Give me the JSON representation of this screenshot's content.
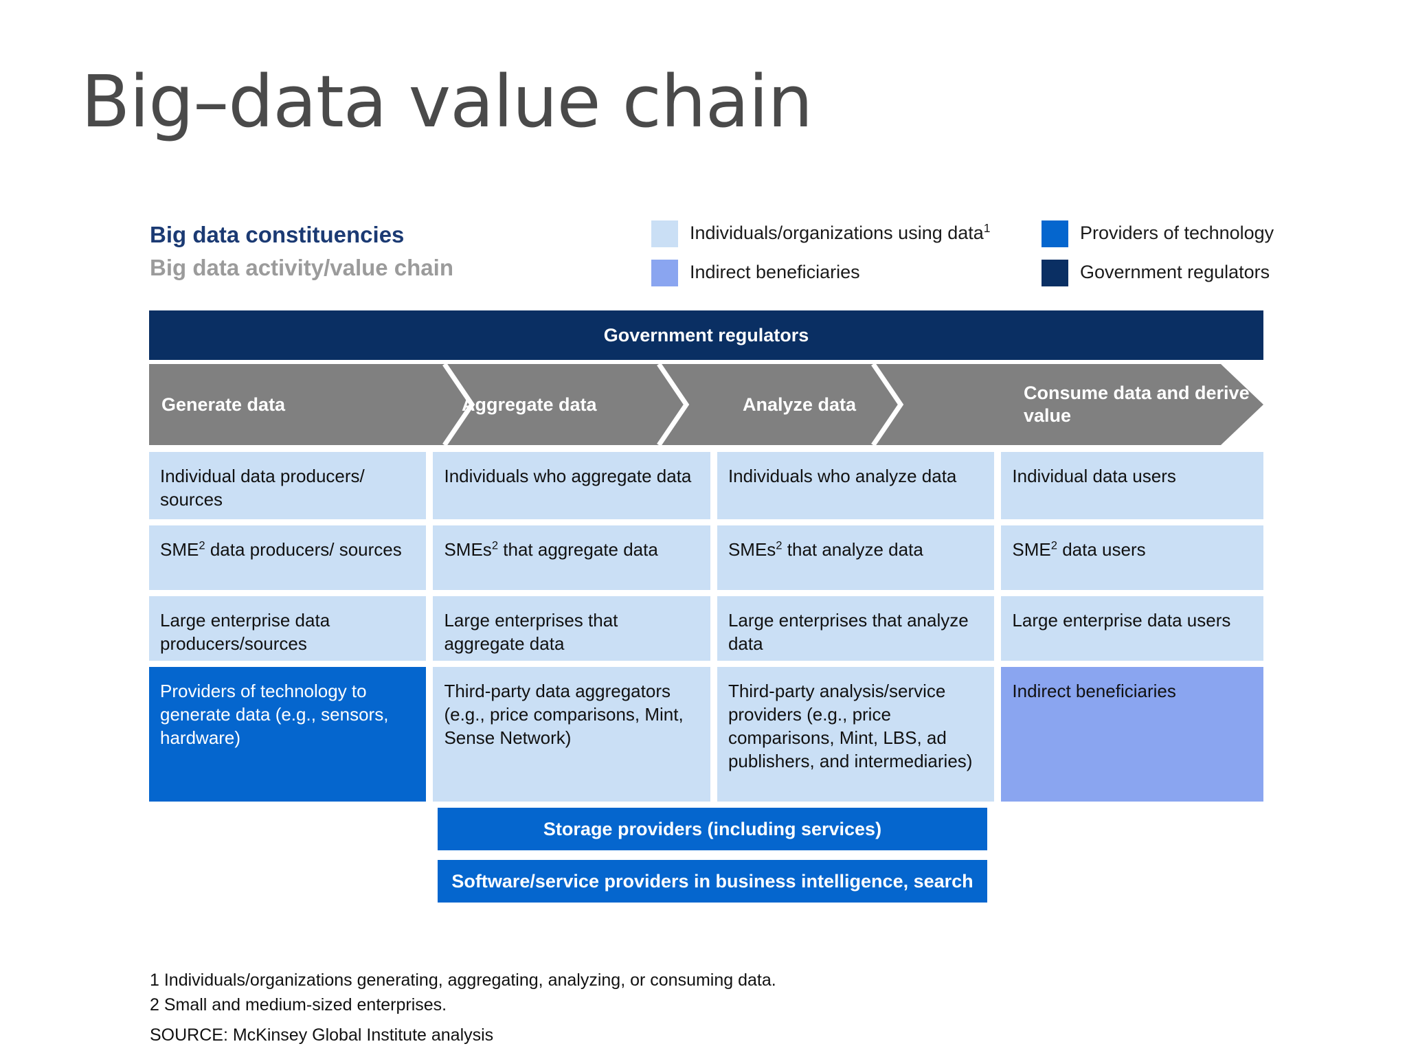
{
  "title": "Big–data value chain",
  "subheads": {
    "main": "Big data constituencies",
    "sub": "Big data activity/value chain"
  },
  "colors": {
    "using_data": "#cadff5",
    "indirect_beneficiaries": "#8aa5f0",
    "providers_of_technology": "#0566ce",
    "government_regulators": "#0a2f63",
    "value_chain_arrow": "#808080",
    "title_gray": "#4a4a4a",
    "subhead_navy": "#1b3a73",
    "subhead_gray": "#9b9b9b"
  },
  "legend": {
    "left": [
      {
        "label": "Individuals/organizations using data",
        "sup": "1",
        "color": "#cadff5",
        "swatch_name": "legend-swatch-using-data"
      },
      {
        "label": "Indirect beneficiaries",
        "sup": "",
        "color": "#8aa5f0",
        "swatch_name": "legend-swatch-indirect-beneficiaries"
      }
    ],
    "right": [
      {
        "label": "Providers of technology",
        "sup": "",
        "color": "#0566ce",
        "swatch_name": "legend-swatch-providers-of-technology"
      },
      {
        "label": "Government regulators",
        "sup": "",
        "color": "#0a2f63",
        "swatch_name": "legend-swatch-government-regulators"
      }
    ]
  },
  "banner": {
    "label": "Government regulators"
  },
  "stages": [
    {
      "label": "Generate data"
    },
    {
      "label": "Aggregate data"
    },
    {
      "label": "Analyze data"
    },
    {
      "label": "Consume data and derive value"
    }
  ],
  "matrix": {
    "rows": [
      {
        "cells": [
          {
            "text": "Individual data producers/ sources",
            "type": "using-data"
          },
          {
            "text": "Individuals who  aggregate data",
            "type": "using-data"
          },
          {
            "text": "Individuals who analyze data",
            "type": "using-data"
          },
          {
            "text": "Individual data users",
            "type": "using-data"
          }
        ]
      },
      {
        "cells": [
          {
            "text": "SME",
            "sup": "2",
            "text_after": " data producers/ sources",
            "type": "using-data"
          },
          {
            "text": "SMEs",
            "sup": "2",
            "text_after": " that aggregate data",
            "type": "using-data"
          },
          {
            "text": "SMEs",
            "sup": "2",
            "text_after": " that analyze data",
            "type": "using-data"
          },
          {
            "text": "SME",
            "sup": "2",
            "text_after": " data users",
            "type": "using-data"
          }
        ]
      },
      {
        "cells": [
          {
            "text": "Large enterprise data producers/sources",
            "type": "using-data"
          },
          {
            "text": "Large enterprises that aggregate data",
            "type": "using-data"
          },
          {
            "text": "Large enterprises that analyze data",
            "type": "using-data"
          },
          {
            "text": "Large enterprise data users",
            "type": "using-data"
          }
        ]
      },
      {
        "cells": [
          {
            "text": "Providers of technology to generate data (e.g., sensors, hardware)",
            "type": "providers-of-technology"
          },
          {
            "text": "Third-party data aggregators (e.g., price comparisons, Mint, Sense Network)",
            "type": "using-data"
          },
          {
            "text": "Third-party analysis/service providers (e.g., price comparisons, Mint, LBS, ad publishers, and intermediaries)",
            "type": "using-data"
          },
          {
            "text": "Indirect beneficiaries",
            "type": "indirect-beneficiaries"
          }
        ]
      }
    ]
  },
  "provider_bars": [
    {
      "label": "Storage providers (including services)"
    },
    {
      "label": "Software/service providers in business intelligence, search"
    }
  ],
  "footnotes": {
    "note1": "1 Individuals/organizations generating, aggregating, analyzing, or consuming data.",
    "note2": "2 Small and medium-sized enterprises.",
    "source": "SOURCE: McKinsey Global Institute analysis"
  }
}
